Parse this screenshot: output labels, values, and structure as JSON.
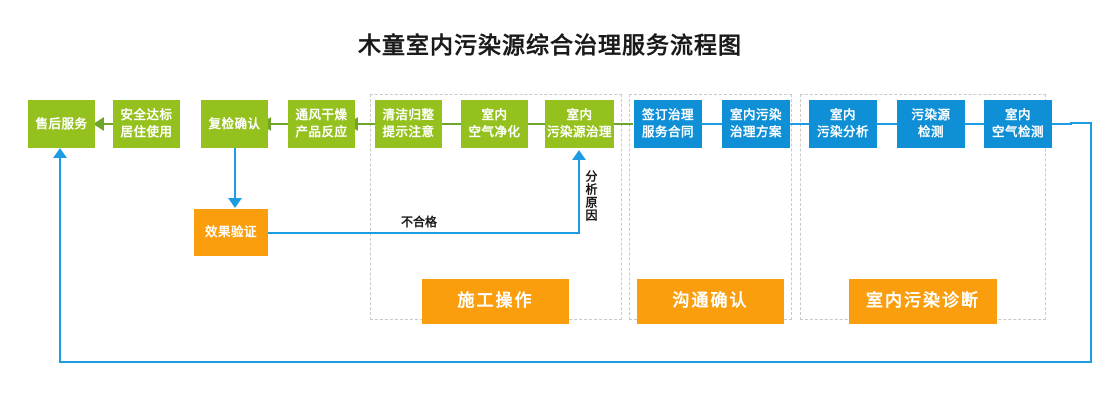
{
  "title": "木童室内污染源综合治理服务流程图",
  "colors": {
    "green": "#95C11F",
    "blue": "#0E8FD6",
    "orange": "#FA9E0D",
    "connector_blue": "#1D9BE3",
    "connector_green": "#6FA52A",
    "group_border": "#C9C9C9",
    "title_text": "#1A1A1A"
  },
  "flow": {
    "green_steps": [
      {
        "id": "after-sales-service",
        "label": "售后服务"
      },
      {
        "id": "safe-standard-living",
        "label": "安全达标\n居住使用"
      },
      {
        "id": "recheck-confirm",
        "label": "复检确认"
      },
      {
        "id": "ventilate-dry-product-reaction",
        "label": "通风干燥\n产品反应"
      },
      {
        "id": "clean-tidy-notice",
        "label": "清洁归整\n提示注意"
      },
      {
        "id": "indoor-air-purification",
        "label": "室内\n空气净化"
      },
      {
        "id": "indoor-pollution-source-treatment",
        "label": "室内\n污染源治理"
      }
    ],
    "blue_steps": [
      {
        "id": "sign-treatment-service-contract",
        "label": "签订治理\n服务合同"
      },
      {
        "id": "indoor-pollution-treatment-plan",
        "label": "室内污染\n治理方案"
      },
      {
        "id": "indoor-pollution-analysis",
        "label": "室内\n污染分析"
      },
      {
        "id": "pollution-source-detection",
        "label": "污染源\n检测"
      },
      {
        "id": "indoor-air-detection",
        "label": "室内\n空气检测"
      }
    ],
    "decision": {
      "id": "effect-verification",
      "label": "效果验证"
    },
    "edge_labels": {
      "fail": "不合格",
      "analyze_cause": "分析原因"
    }
  },
  "phases": [
    {
      "id": "construction-operation",
      "label": "施工操作"
    },
    {
      "id": "communication-confirmation",
      "label": "沟通确认"
    },
    {
      "id": "indoor-pollution-diagnosis",
      "label": "室内污染诊断"
    }
  ]
}
